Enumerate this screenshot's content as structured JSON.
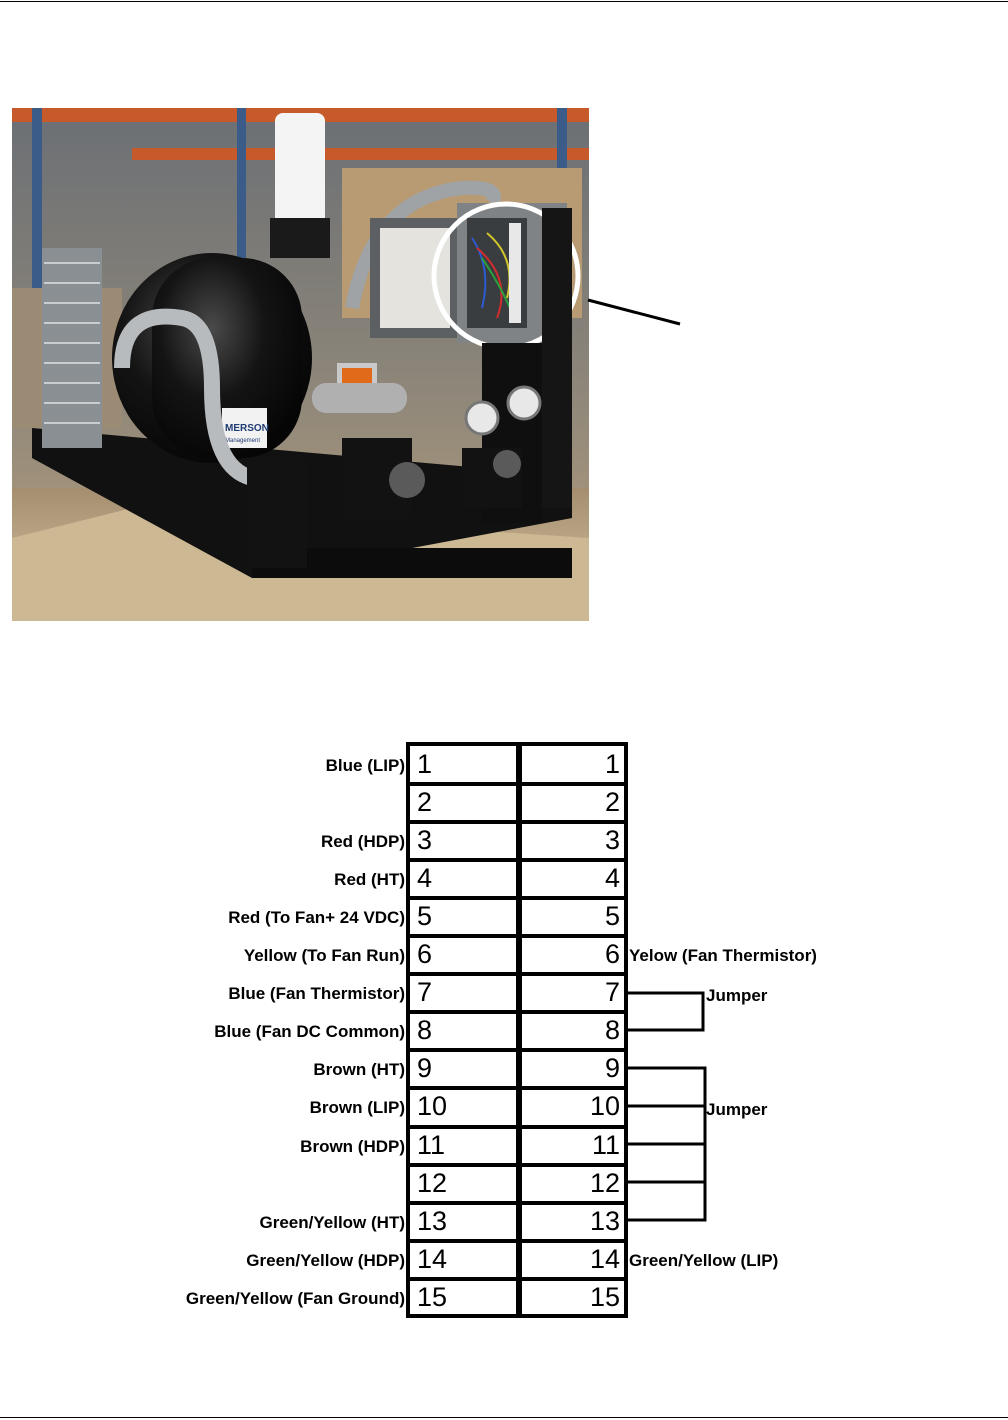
{
  "photo": {
    "description_icon": "equipment-photo",
    "brand_text": "MERSON",
    "brand_sub": "Management"
  },
  "terminals": {
    "rows": [
      {
        "left_num": "1",
        "right_num": "1",
        "left_label": "Blue (LIP)",
        "right_label": ""
      },
      {
        "left_num": "2",
        "right_num": "2",
        "left_label": "",
        "right_label": ""
      },
      {
        "left_num": "3",
        "right_num": "3",
        "left_label": "Red (HDP)",
        "right_label": ""
      },
      {
        "left_num": "4",
        "right_num": "4",
        "left_label": "Red (HT)",
        "right_label": ""
      },
      {
        "left_num": "5",
        "right_num": "5",
        "left_label": "Red (To Fan+ 24 VDC)",
        "right_label": ""
      },
      {
        "left_num": "6",
        "right_num": "6",
        "left_label": "Yellow (To Fan Run)",
        "right_label": "Yelow (Fan Thermistor)"
      },
      {
        "left_num": "7",
        "right_num": "7",
        "left_label": "Blue  (Fan Thermistor)",
        "right_label": ""
      },
      {
        "left_num": "8",
        "right_num": "8",
        "left_label": "Blue (Fan DC Common)",
        "right_label": ""
      },
      {
        "left_num": "9",
        "right_num": "9",
        "left_label": "Brown (HT)",
        "right_label": ""
      },
      {
        "left_num": "10",
        "right_num": "10",
        "left_label": "Brown (LIP)",
        "right_label": ""
      },
      {
        "left_num": "11",
        "right_num": "11",
        "left_label": "Brown (HDP)",
        "right_label": ""
      },
      {
        "left_num": "12",
        "right_num": "12",
        "left_label": "",
        "right_label": ""
      },
      {
        "left_num": "13",
        "right_num": "13",
        "left_label": "Green/Yellow (HT)",
        "right_label": ""
      },
      {
        "left_num": "14",
        "right_num": "14",
        "left_label": "Green/Yellow (HDP)",
        "right_label": "Green/Yellow (LIP)"
      },
      {
        "left_num": "15",
        "right_num": "15",
        "left_label": "Green/Yellow (Fan Ground)",
        "right_label": ""
      }
    ],
    "jumper_label_1": "Jumper",
    "jumper_label_2": "Jumper"
  },
  "colors": {
    "line": "#000000",
    "background": "#ffffff"
  }
}
